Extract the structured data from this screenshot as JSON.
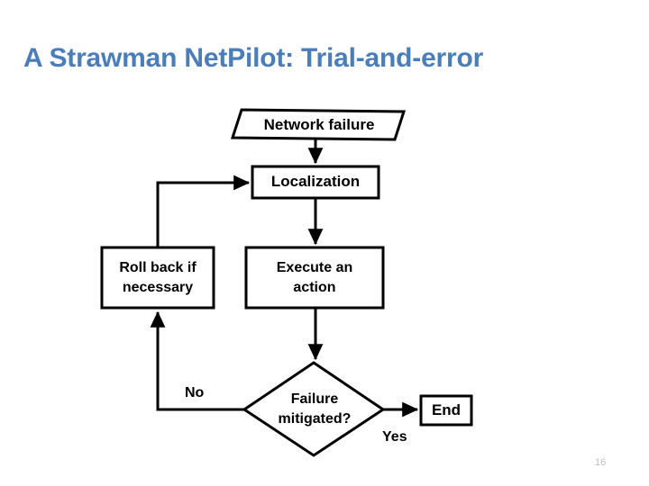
{
  "slide": {
    "title": "A Strawman NetPilot: Trial-and-error",
    "page_number": "16",
    "title_color": "#4A7EBB",
    "stroke_color": "#000000",
    "background": "#FFFFFF",
    "page_number_color": "#BFBFBF"
  },
  "diagram": {
    "type": "flowchart",
    "nodes": [
      {
        "id": "network-failure",
        "shape": "parallelogram",
        "label": "Network failure"
      },
      {
        "id": "localization",
        "shape": "rectangle",
        "label": "Localization"
      },
      {
        "id": "rollback",
        "shape": "rectangle",
        "label": "Roll back if\nnecessary"
      },
      {
        "id": "execute",
        "shape": "rectangle",
        "label": "Execute an\naction"
      },
      {
        "id": "failure-mitigated",
        "shape": "diamond",
        "label": "Failure\nmitigated?"
      },
      {
        "id": "end",
        "shape": "rectangle",
        "label": "End"
      }
    ],
    "edges": [
      {
        "from": "network-failure",
        "to": "localization",
        "label": ""
      },
      {
        "from": "localization",
        "to": "execute",
        "label": ""
      },
      {
        "from": "execute",
        "to": "failure-mitigated",
        "label": ""
      },
      {
        "from": "failure-mitigated",
        "to": "rollback",
        "label": "No"
      },
      {
        "from": "failure-mitigated",
        "to": "end",
        "label": "Yes"
      },
      {
        "from": "rollback",
        "to": "localization",
        "label": ""
      }
    ],
    "edge_labels": {
      "no": "No",
      "yes": "Yes"
    }
  }
}
